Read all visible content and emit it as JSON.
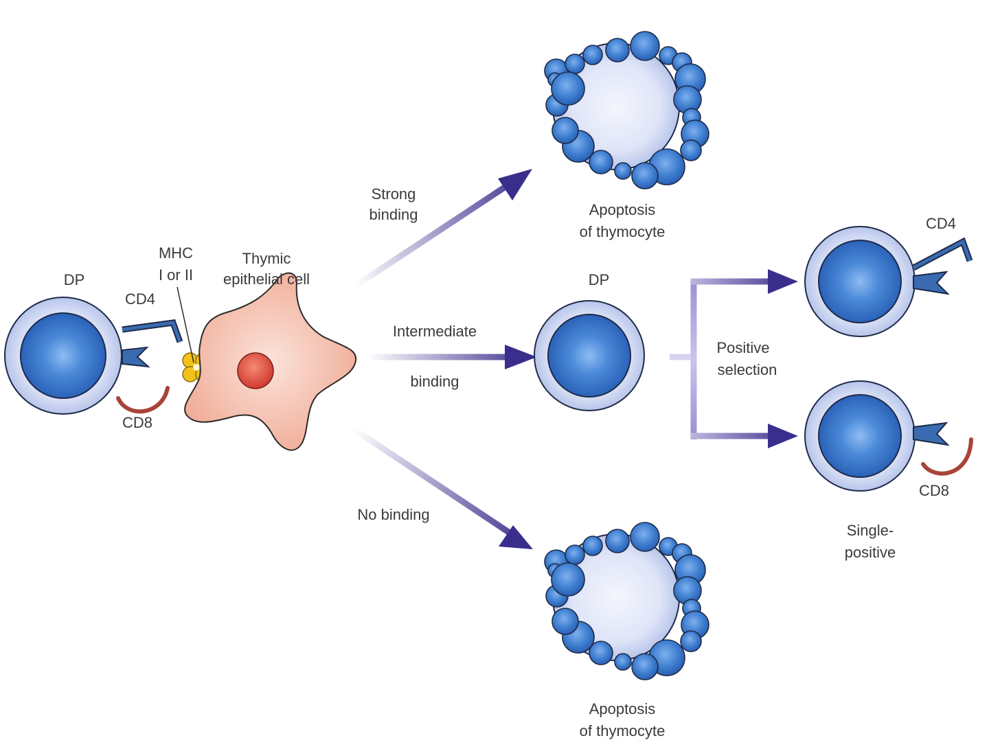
{
  "labels": {
    "dp_left": "DP",
    "cd4_left": "CD4",
    "cd8_left": "CD8",
    "mhc_line1": "MHC",
    "mhc_line2": "I or II",
    "thymic_line1": "Thymic",
    "thymic_line2": "epithelial cell",
    "strong_line1": "Strong",
    "strong_line2": "binding",
    "intermediate_line1": "Intermediate",
    "intermediate_line2": "binding",
    "no_binding": "No binding",
    "apoptosis_top_line1": "Apoptosis",
    "apoptosis_top_line2": "of thymocyte",
    "apoptosis_bottom_line1": "Apoptosis",
    "apoptosis_bottom_line2": "of thymocyte",
    "dp_middle": "DP",
    "positive_line1": "Positive",
    "positive_line2": "selection",
    "cd4_right": "CD4",
    "cd8_right": "CD8",
    "single_line1": "Single-",
    "single_line2": "positive"
  },
  "colors": {
    "cell_outer": "#cdd6f2",
    "nucleus": "#3a76c9",
    "outline": "#1e2a48",
    "arrow": "#3a2e8c",
    "cd4": "#3a6bb0",
    "cd8": "#a8443a",
    "epithelial": "#f3b8a6",
    "epithelial_nucleus": "#d8453c",
    "mhc": "#f2c21a"
  }
}
